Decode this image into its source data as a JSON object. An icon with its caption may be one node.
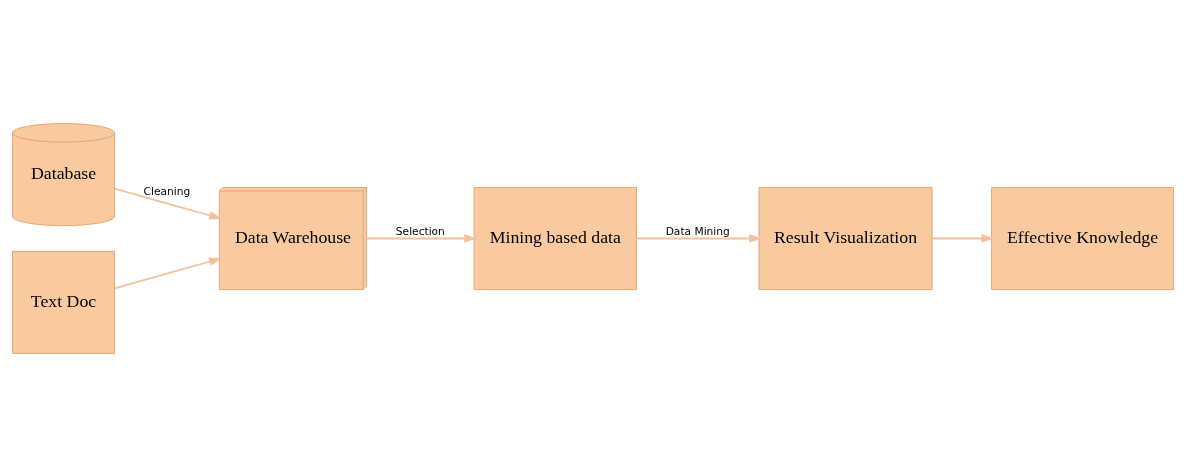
{
  "diagram": {
    "nodes": [
      {
        "text": [
          "Database"
        ]
      },
      {
        "text": [
          "Text Doc"
        ]
      },
      {
        "text": [
          "Data Warehouse"
        ]
      },
      {
        "text": [
          "Mining based data"
        ]
      },
      {
        "text": [
          "Result Visualization"
        ]
      },
      {
        "text": [
          "Effective Knowledge"
        ]
      }
    ],
    "edges": [
      {
        "from": 0,
        "to": 2,
        "arrow": "to",
        "label": "Cleaning"
      },
      {
        "from": 1,
        "to": 2,
        "arrow": "to"
      },
      {
        "from": 2,
        "to": 3,
        "arrow": "to",
        "label": "Selection"
      },
      {
        "from": 3,
        "to": 4,
        "arrow": "to",
        "label": "Data Mining"
      },
      {
        "from": 4,
        "to": 5,
        "arrow": "to"
      }
    ]
  }
}
